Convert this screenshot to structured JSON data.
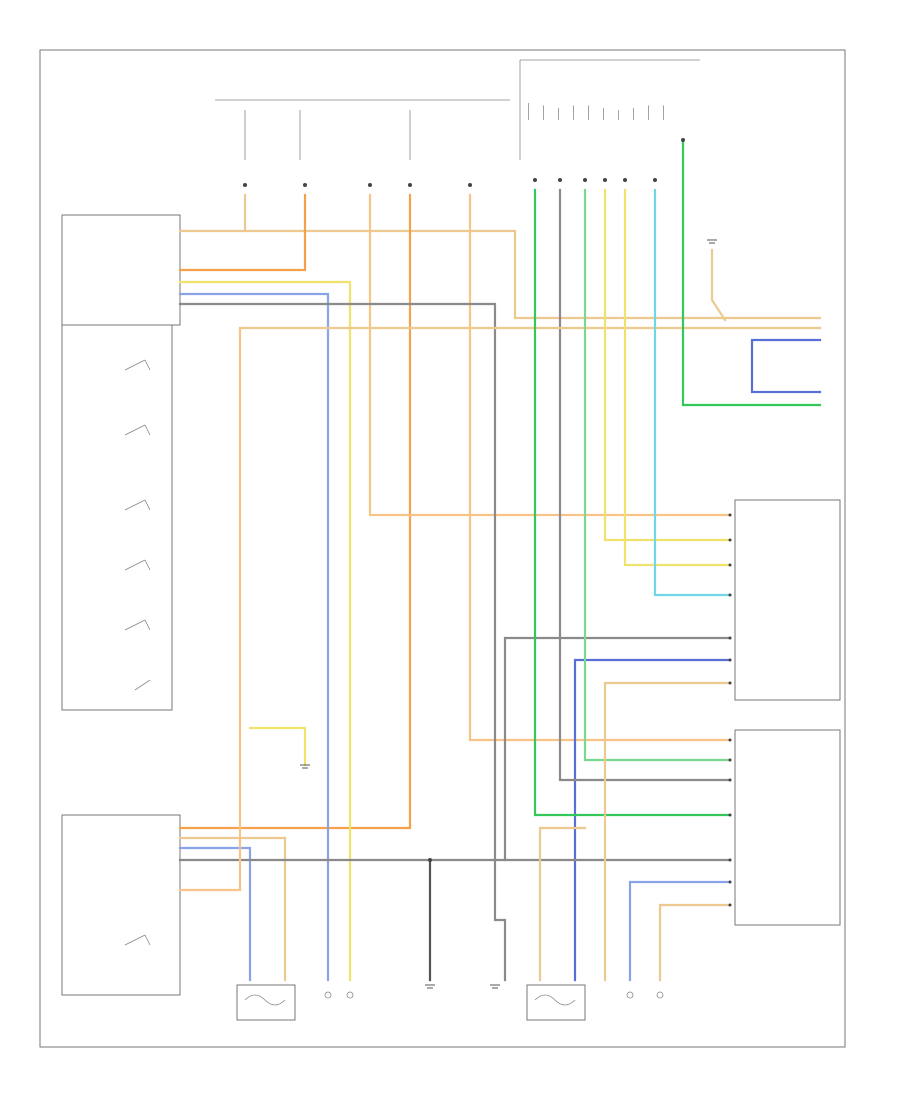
{
  "diagram": {
    "footer_code": "",
    "colors": {
      "orange": "#f5a04a",
      "light_orange": "#f7c386",
      "tan": "#ecc98e",
      "yellow": "#f0e36b",
      "blue": "#5a6fd6",
      "light_blue": "#8aa3e8",
      "green": "#34c75a",
      "light_green": "#7bd88f",
      "cyan": "#6fd7e8",
      "gray": "#8a8a8a",
      "dark_gray": "#555555",
      "frame": "#777777"
    },
    "components": [
      {
        "id": "hvac-module",
        "label": ""
      },
      {
        "id": "left-heated-seat-module",
        "label": ""
      },
      {
        "id": "right-heated-seat-module",
        "label": ""
      },
      {
        "id": "driver-seat-switch",
        "label": ""
      },
      {
        "id": "passenger-seat-switch",
        "label": ""
      },
      {
        "id": "front-passenger-heater",
        "label": ""
      },
      {
        "id": "driver-seat-heater",
        "label": ""
      },
      {
        "id": "left-rear-heater",
        "label": ""
      },
      {
        "id": "right-rear-heater",
        "label": ""
      }
    ]
  }
}
